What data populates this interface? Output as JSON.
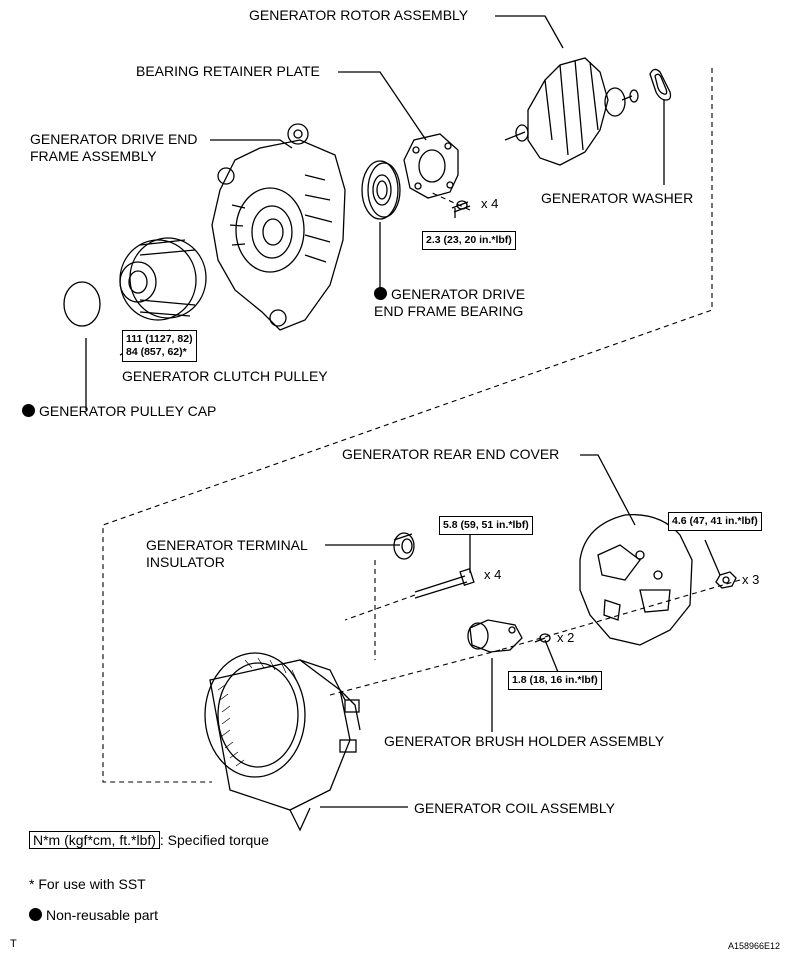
{
  "parts": {
    "rotor": "GENERATOR ROTOR ASSEMBLY",
    "retainer": "BEARING RETAINER PLATE",
    "drive_end_frame": "GENERATOR DRIVE END FRAME ASSEMBLY",
    "washer": "GENERATOR WASHER",
    "bearing": "GENERATOR DRIVE END FRAME BEARING",
    "clutch_pulley": "GENERATOR CLUTCH PULLEY",
    "pulley_cap": "GENERATOR PULLEY CAP",
    "rear_cover": "GENERATOR REAR END COVER",
    "terminal_insulator": "GENERATOR TERMINAL INSULATOR",
    "brush_holder": "GENERATOR BRUSH HOLDER ASSEMBLY",
    "coil": "GENERATOR COIL ASSEMBLY"
  },
  "torques": {
    "retainer_bolt": "2.3 (23, 20 in.*lbf)",
    "pulley_line1": "111 (1127, 82)",
    "pulley_line2": "84 (857, 62)*",
    "through_bolt": "5.8 (59, 51 in.*lbf)",
    "cover_nut": "4.6 (47, 41 in.*lbf)",
    "brush_screw": "1.8 (18, 16 in.*lbf)"
  },
  "quantities": {
    "retainer_bolt": "x 4",
    "through_bolt": "x 4",
    "cover_nut": "x 3",
    "brush_screw": "x 2"
  },
  "legend": {
    "torque_unit": "N*m (kgf*cm, ft.*lbf)",
    "torque_desc": ": Specified torque",
    "sst_note": "* For use with SST",
    "non_reusable": "Non-reusable part"
  },
  "footer": {
    "corner_mark": "T",
    "figure_id": "A158966E12"
  }
}
